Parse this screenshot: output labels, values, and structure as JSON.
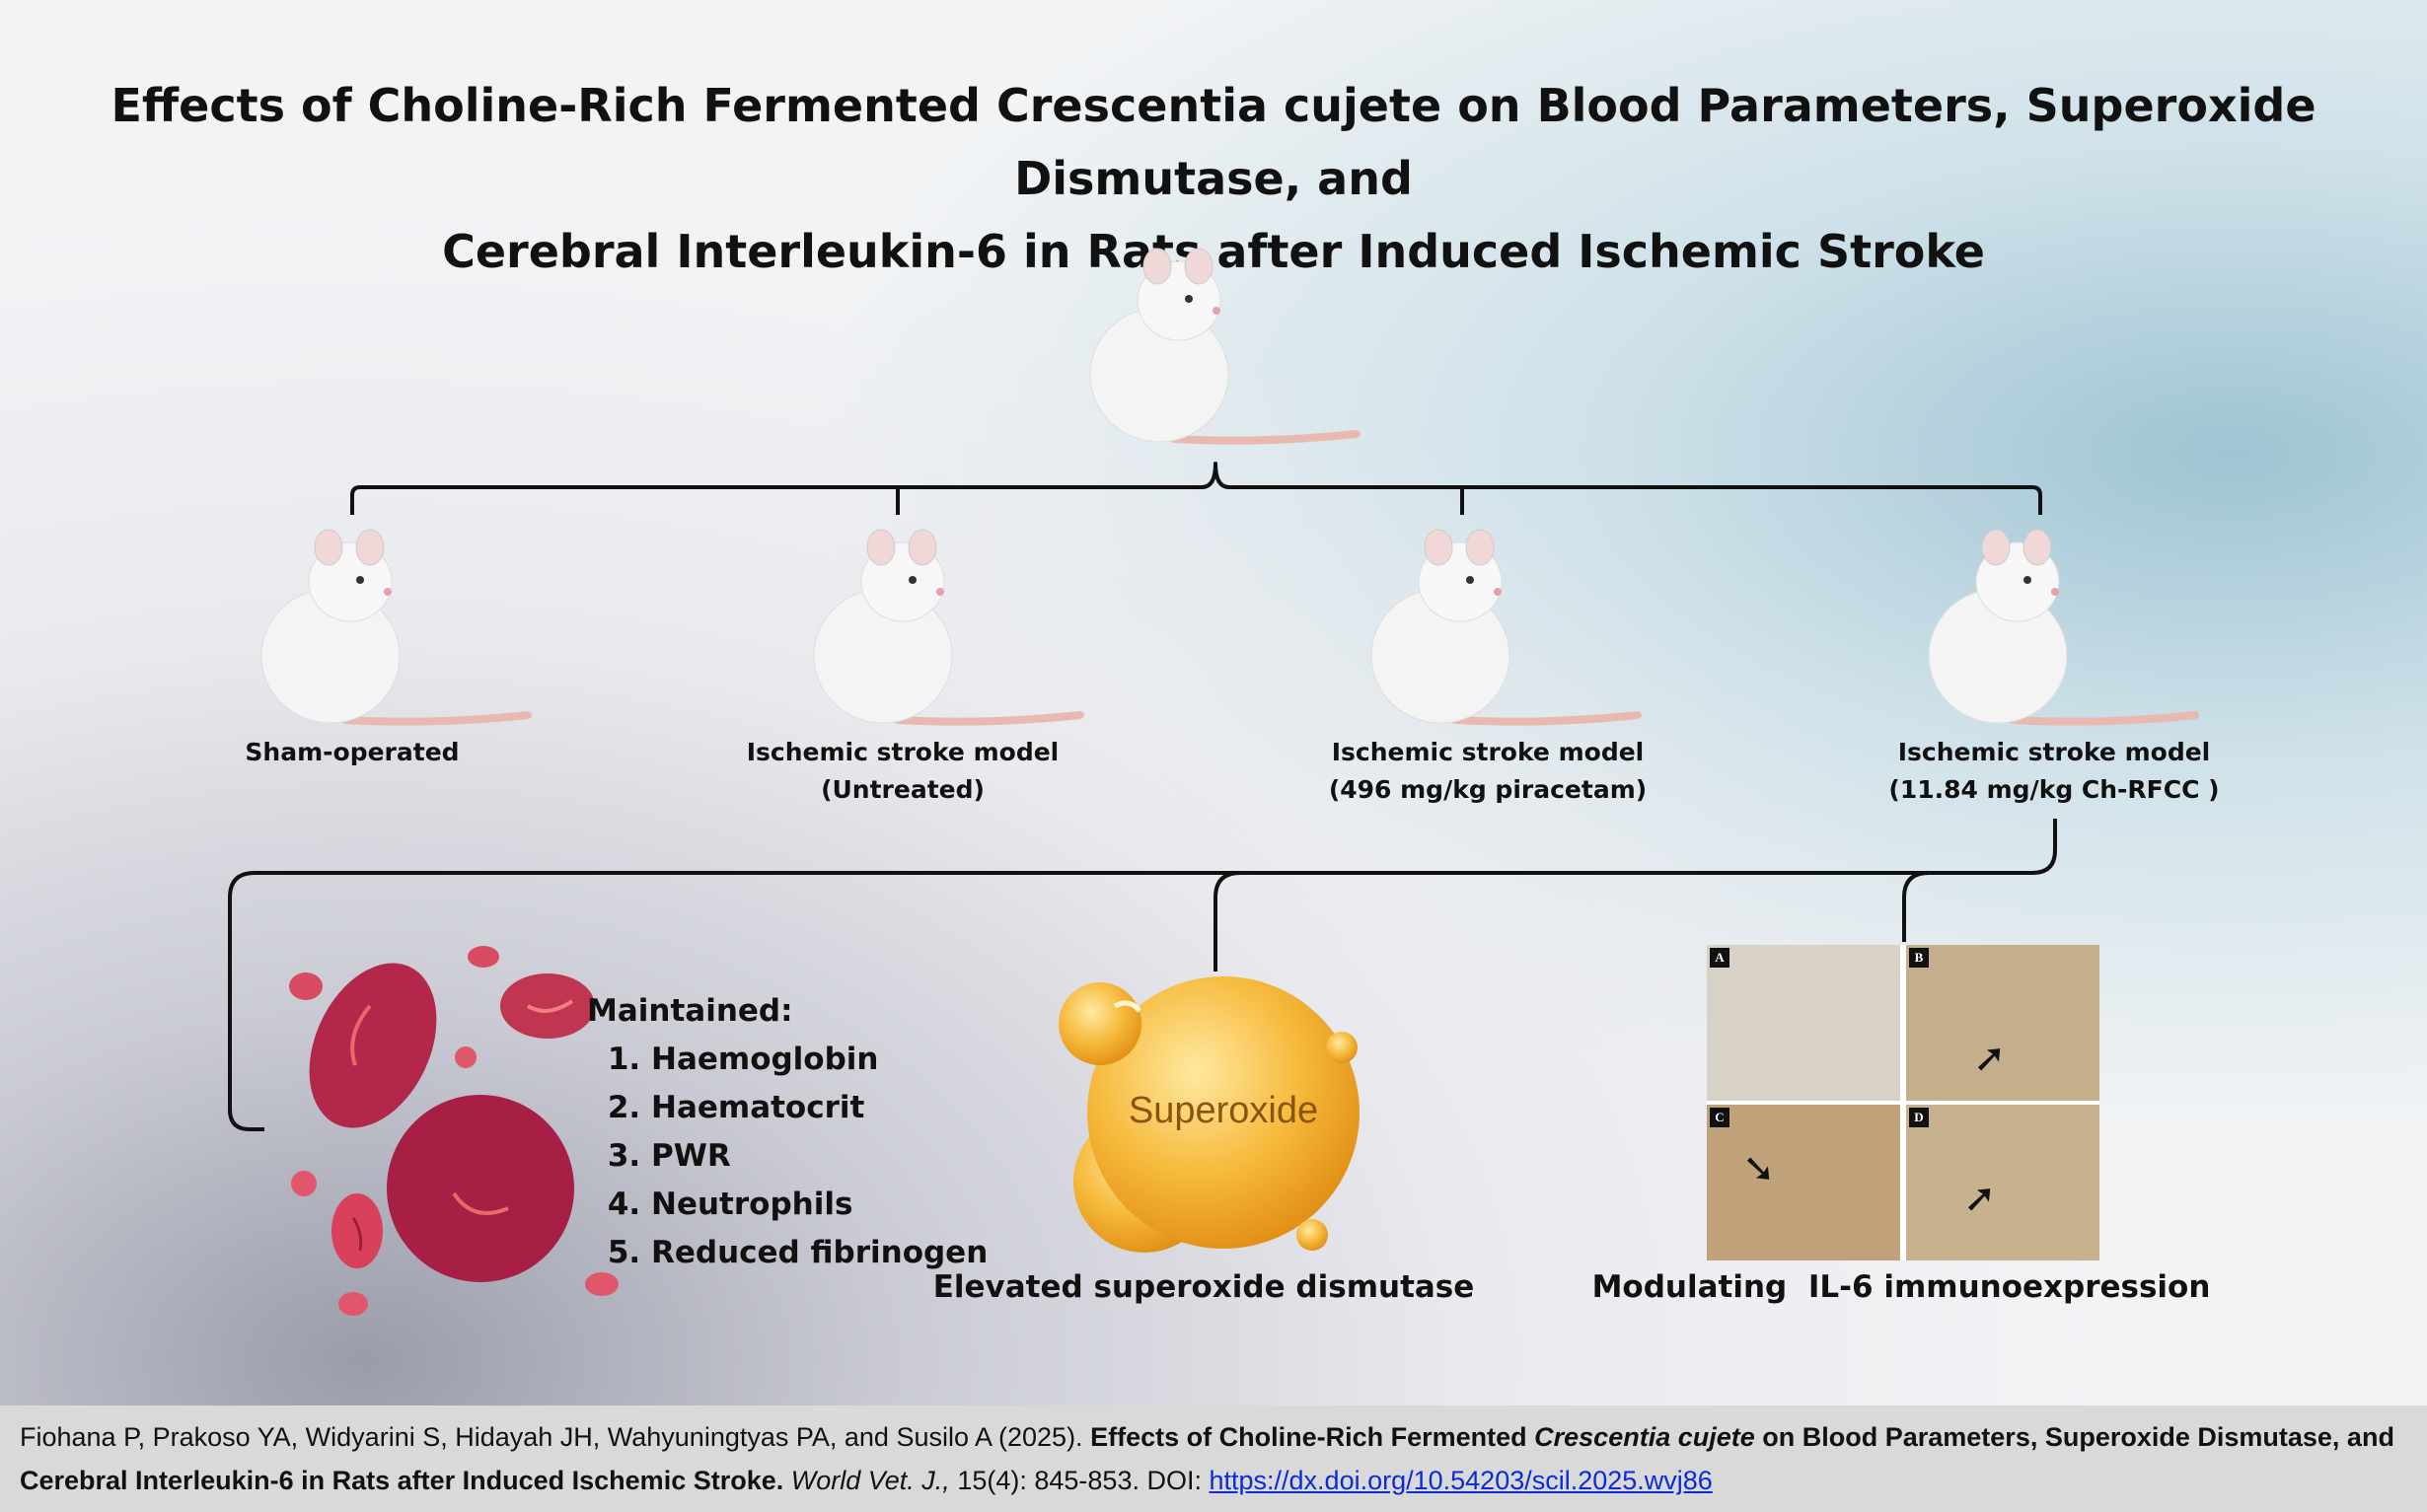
{
  "title": {
    "line1": "Effects of Choline-Rich Fermented Crescentia cujete on Blood Parameters, Superoxide Dismutase, and",
    "line2": "Cerebral Interleukin-6 in Rats after Induced Ischemic Stroke"
  },
  "groups": [
    {
      "line1": "Sham-operated",
      "line2": ""
    },
    {
      "line1": "Ischemic stroke model",
      "line2": "(Untreated)"
    },
    {
      "line1": "Ischemic stroke model",
      "line2": "(496 mg/kg piracetam)"
    },
    {
      "line1": "Ischemic stroke model",
      "line2": "(11.84 mg/kg Ch-RFCC )"
    }
  ],
  "blood": {
    "heading": "Maintained:",
    "items": [
      "Haemoglobin",
      "Haematocrit",
      "PWR",
      "Neutrophils",
      "Reduced fibrinogen"
    ]
  },
  "superoxide": {
    "bubble_label": "Superoxide",
    "caption": "Elevated superoxide dismutase"
  },
  "il6": {
    "panels": [
      "A",
      "B",
      "C",
      "D"
    ],
    "caption": "Modulating  IL-6 immunoexpression"
  },
  "footer": {
    "authors": "Fiohana P, Prakoso YA, Widyarini S, Hidayah JH, Wahyuningtyas PA, and Susilo A (2025).",
    "title_part1": "Effects of Choline-Rich Fermented",
    "title_italic": "Crescentia cujete",
    "title_part2": "on Blood Parameters, Superoxide Dismutase, and Cerebral Interleukin-6 in Rats after Induced Ischemic Stroke.",
    "journal": "World Vet. J.,",
    "volume": "15",
    "issue_pages": "(4): 845-853. DOI:",
    "doi": "https://dx.doi.org/10.54203/scil.2025.wvj86"
  },
  "colors": {
    "blood_cell": "#b3274a",
    "blood_cell_light": "#d94a63",
    "superoxide": "#f2a72d",
    "line": "#111111"
  }
}
